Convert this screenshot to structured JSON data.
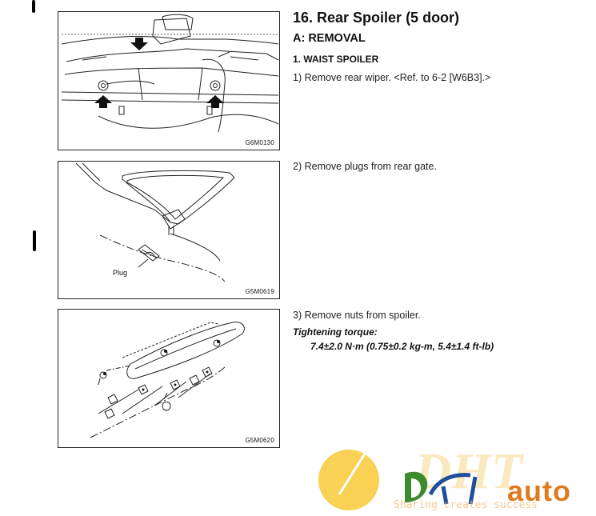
{
  "section": {
    "title": "16. Rear Spoiler (5 door)",
    "subtitle": "A: REMOVAL",
    "subsection": "1. WAIST SPOILER"
  },
  "steps": [
    "1) Remove rear wiper. <Ref. to 6-2 [W6B3].>",
    "2) Remove plugs from rear gate.",
    "3) Remove nuts from spoiler."
  ],
  "torque": {
    "heading": "Tightening torque:",
    "value": "7.4±2.0 N·m (0.75±0.2 kg-m, 5.4±1.4 ft-lb)"
  },
  "figures": [
    {
      "code": "G6M0130"
    },
    {
      "code": "G5M0619",
      "callout": "Plug"
    },
    {
      "code": "G5M0620"
    }
  ],
  "watermark": {
    "brand_left": "D",
    "brand_right": "auto",
    "slogan": "Sharing creates success",
    "colors": {
      "orange": "#e07a1f",
      "yellow": "#f6c21c",
      "green": "#3d8b2f",
      "blue": "#1f4f9a"
    }
  }
}
